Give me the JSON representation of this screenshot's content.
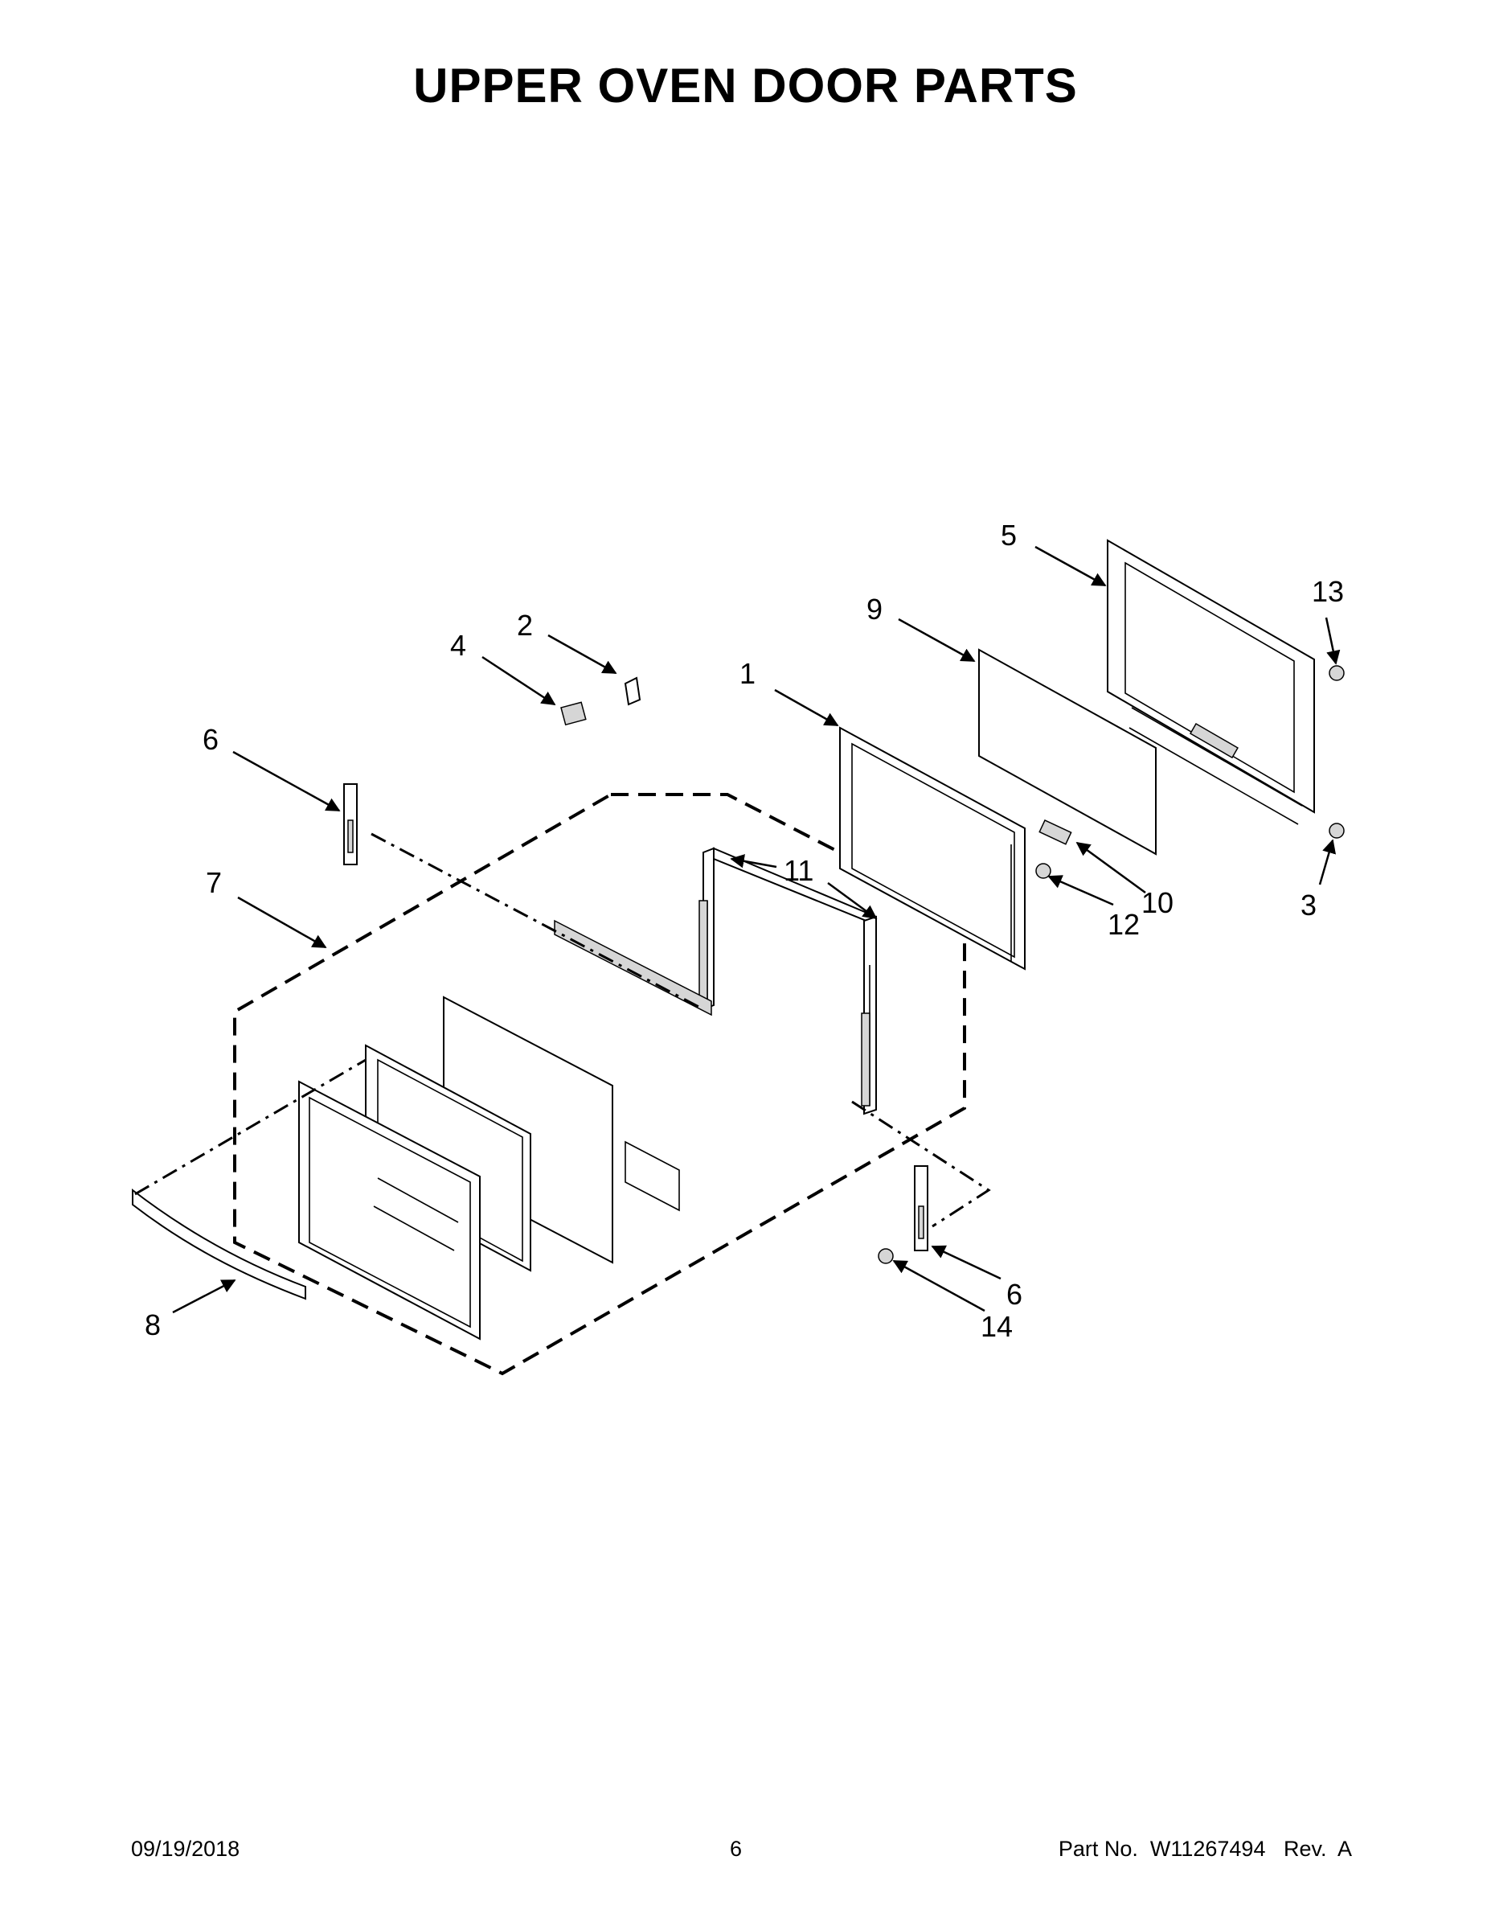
{
  "header": {
    "title": "UPPER OVEN DOOR PARTS"
  },
  "diagram": {
    "callouts": [
      "1",
      "2",
      "3",
      "4",
      "5",
      "6",
      "6",
      "7",
      "8",
      "9",
      "10",
      "11",
      "12",
      "13",
      "14"
    ]
  },
  "footer": {
    "date": "09/19/2018",
    "page_number": "6",
    "part_number": "Part No.  W11267494   Rev.  A"
  },
  "colors": {
    "ink": "#000000",
    "background": "#ffffff",
    "part_fill": "#d6d6d6"
  }
}
